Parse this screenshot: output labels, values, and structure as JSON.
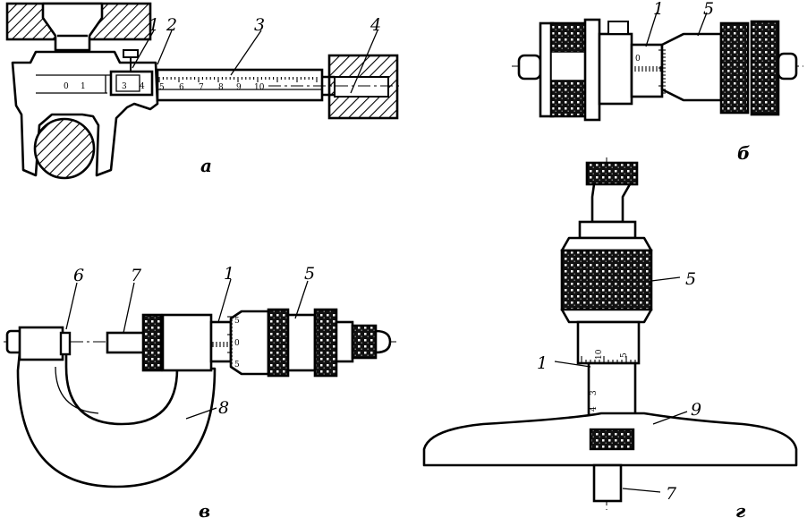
{
  "figure": {
    "panels": [
      {
        "id": "a",
        "caption": "а",
        "labels": [
          "1",
          "2",
          "3",
          "4"
        ],
        "scale": [
          "0",
          "1",
          "3",
          "4",
          "5",
          "6",
          "7",
          "8",
          "9",
          "10"
        ]
      },
      {
        "id": "b",
        "caption": "б",
        "labels": [
          "1",
          "5"
        ],
        "scale": [
          "0"
        ]
      },
      {
        "id": "v",
        "caption": "в",
        "labels": [
          "6",
          "7",
          "1",
          "5",
          "8"
        ],
        "scale": [
          "5",
          "0",
          "5"
        ]
      },
      {
        "id": "g",
        "caption": "г",
        "labels": [
          "5",
          "1",
          "9",
          "7"
        ],
        "scale": [
          "10",
          "5",
          "4",
          "3"
        ]
      }
    ]
  }
}
